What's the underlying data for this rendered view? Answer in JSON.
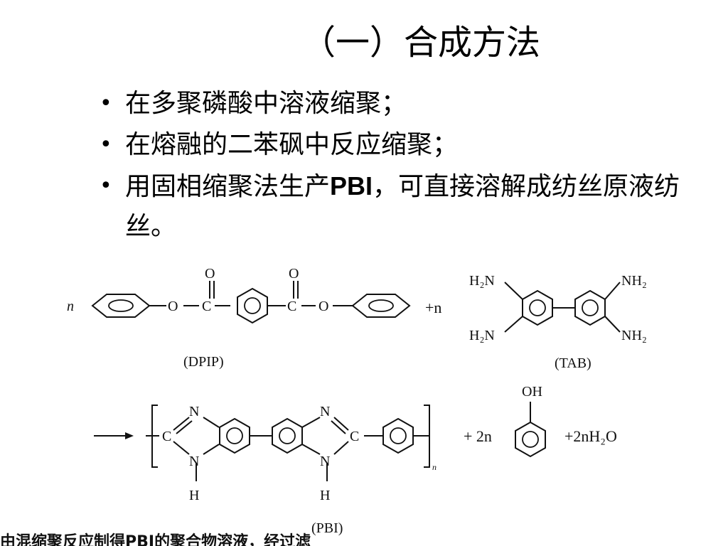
{
  "slide": {
    "title": "（一）合成方法",
    "bullets": [
      {
        "pre": "在多聚磷酸中溶液缩聚；",
        "latin": "",
        "post": ""
      },
      {
        "pre": "在熔融的二苯砜中反应缩聚；",
        "latin": "",
        "post": ""
      },
      {
        "pre": "用固相缩聚法生产",
        "latin": "PBI",
        "post": "，可直接溶解成纺丝原液纺丝。"
      }
    ]
  },
  "scheme": {
    "reactant1": {
      "coef": "n",
      "label": "(DPIP)",
      "atoms": {
        "o_top": "O",
        "o_chain": "O",
        "c": "C"
      }
    },
    "plus_n": "+n",
    "reactant2": {
      "label": "(TAB)",
      "groups": {
        "tl": "H₂N",
        "bl": "H₂N",
        "tr": "NH₂",
        "br": "NH₂"
      }
    },
    "product": {
      "label": "(PBI)",
      "subscript": "n",
      "atoms": {
        "n": "N",
        "c": "C",
        "h": "H"
      }
    },
    "byproduct1": {
      "coef": "+ 2n",
      "group": "OH"
    },
    "byproduct2": "+2nH₂O"
  },
  "footer_fragment": "由混缩聚反应制得PBI的聚合物溶液，经过滤"
}
